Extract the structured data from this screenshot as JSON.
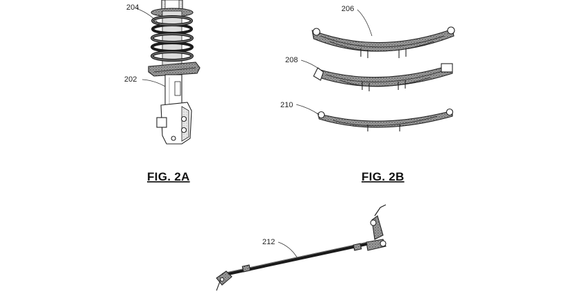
{
  "figures": {
    "fig_2a": {
      "caption": "FIG. 2A",
      "ref_coil": "204",
      "ref_strut": "202"
    },
    "fig_2b": {
      "caption": "FIG. 2B",
      "ref_leaf_top": "206",
      "ref_leaf_mid": "208",
      "ref_leaf_bottom": "210"
    },
    "fig_2c": {
      "ref_bar": "212"
    }
  },
  "colors": {
    "ink": "#222222",
    "shade": "#8a8a8a",
    "paper": "#ffffff"
  }
}
